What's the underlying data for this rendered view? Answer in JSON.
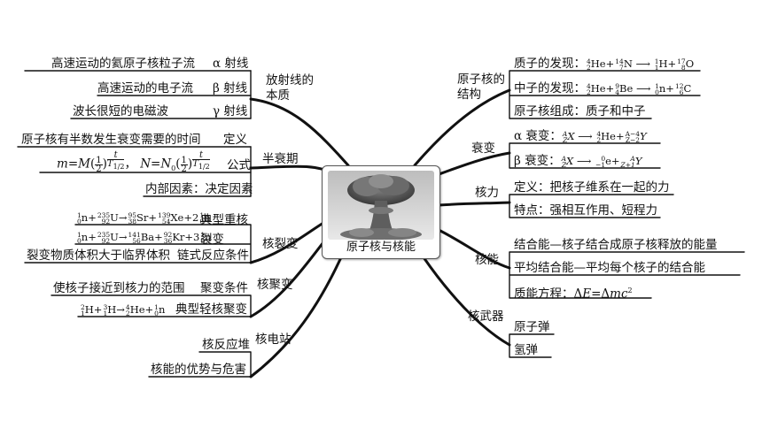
{
  "center": {
    "title": "原子核与核能"
  },
  "branches": {
    "radiation": {
      "label": "放射线的本质",
      "items": [
        {
          "text": "高速运动的氦原子核粒子流",
          "tag": "α 射线"
        },
        {
          "text": "高速运动的电子流",
          "tag": "β 射线"
        },
        {
          "text": "波长很短的电磁波",
          "tag": "γ 射线"
        }
      ]
    },
    "half_life": {
      "label": "半衰期",
      "definition": {
        "text": "原子核有半数发生衰变需要的时间",
        "tag": "定义"
      },
      "formula_tag": "公式",
      "factor": {
        "text": "内部因素：决定因素"
      }
    },
    "fission": {
      "label": "核裂变",
      "typical_tag": "典型重核裂变",
      "condition": {
        "text": "裂变物质体积大于临界体积",
        "tag": "链式反应条件"
      }
    },
    "fusion": {
      "label": "核聚变",
      "condition": {
        "text": "使核子接近到核力的范围",
        "tag": "聚变条件"
      },
      "typical_tag": "典型轻核聚变"
    },
    "plant": {
      "label": "核电站",
      "items": [
        {
          "text": "核反应堆"
        },
        {
          "text": "核能的优势与危害"
        }
      ]
    },
    "structure": {
      "label": "原子核的结构",
      "proton": {
        "label": "质子的发现："
      },
      "neutron": {
        "label": "中子的发现："
      },
      "composition": {
        "text": "原子核组成：质子和中子"
      }
    },
    "decay": {
      "label": "衰变",
      "alpha": {
        "label": "α 衰变："
      },
      "beta": {
        "label": "β 衰变："
      }
    },
    "nuclear_force": {
      "label": "核力",
      "items": [
        {
          "text": "定义：把核子维系在一起的力"
        },
        {
          "text": "特点：强相互作用、短程力"
        }
      ]
    },
    "nuclear_energy": {
      "label": "核能",
      "items": [
        {
          "text": "结合能—核子结合成原子核释放的能量"
        },
        {
          "text": "平均结合能—平均每个核子的结合能"
        }
      ],
      "mass_energy": {
        "label": "质能方程："
      }
    },
    "weapons": {
      "label": "核武器",
      "items": [
        {
          "text": "原子弹"
        },
        {
          "text": "氢弹"
        }
      ]
    }
  }
}
